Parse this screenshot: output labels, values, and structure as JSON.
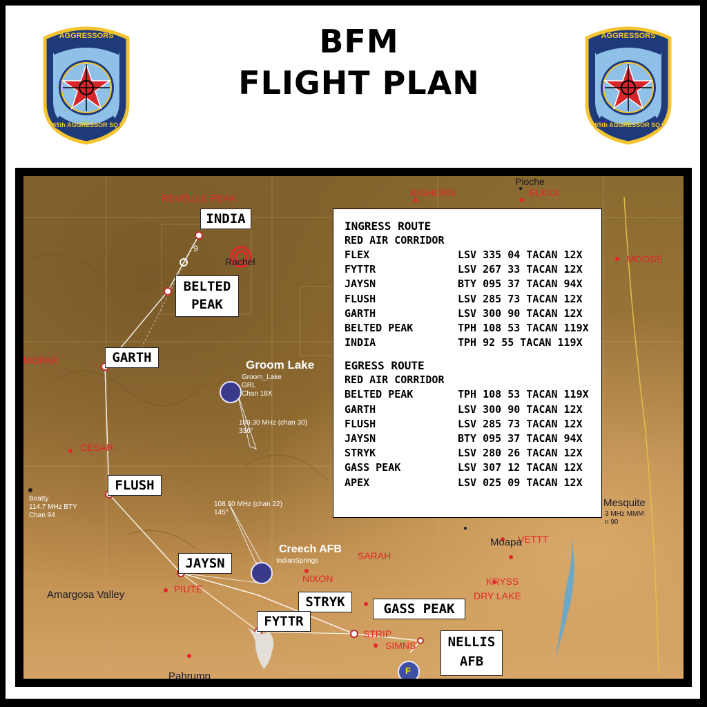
{
  "title": {
    "line1": "BFM",
    "line2": "FLIGHT PLAN"
  },
  "patch": {
    "top_text": "AGGRESSORS",
    "bottom_text": "65th AGGRESSOR SQ."
  },
  "waypoints": {
    "india": "INDIA",
    "belted_1": "BELTED",
    "belted_2": "PEAK",
    "garth": "GARTH",
    "flush": "FLUSH",
    "jaysn": "JAYSN",
    "stryk": "STRYK",
    "gass_peak": "GASS PEAK",
    "fyttr": "FYTTR",
    "nellis_1": "NELLIS",
    "nellis_2": "AFB"
  },
  "map_labels": {
    "reveille_peak": "REVEILLE PEAK",
    "bighorn": "BIGHORN",
    "pioche": "Pioche",
    "elkxx": "ELKXX",
    "rachel": "Rachel",
    "moose": "MOOSE",
    "mopar": "MOPAR",
    "groom_lake": "Groom Lake",
    "groom_info_1": "Groom_Lake",
    "groom_info_2": "GRL",
    "groom_info_3": "Chan 18X",
    "freq_1": "109.30 MHz (chan 30)",
    "freq_1b": "336°",
    "cesar": "CESAR",
    "beatty_1": "Beatty",
    "beatty_2": "114.7 MHz BTY",
    "beatty_3": "Chan 94",
    "freq_2": "108.50 MHz (chan 22)",
    "freq_2b": "145°",
    "mesquite": "Mesquite",
    "mesquite_2": "3 MHz MMM",
    "mesquite_3": "n 90",
    "creech": "Creech AFB",
    "sarah": "SARAH",
    "moapa": "Moapa",
    "vettt": "VETTT",
    "nixon": "NIXON",
    "kryss": "KRYSS",
    "dry_lake": "DRY LAKE",
    "piute": "PIUTE",
    "amargosa": "Amargosa Valley",
    "strip": "STRIP",
    "simns": "SIMNS",
    "pahrump": "Pahrump",
    "nine": "9",
    "indian_springs": "IndianSprings"
  },
  "ingress": {
    "heading": "INGRESS ROUTE",
    "sub": "RED AIR CORRIDOR",
    "rows": [
      {
        "name": "FLEX",
        "tacan": "LSV 335 04 TACAN 12X"
      },
      {
        "name": "FYTTR",
        "tacan": "LSV 267 33 TACAN 12X"
      },
      {
        "name": "JAYSN",
        "tacan": "BTY 095 37 TACAN 94X"
      },
      {
        "name": "FLUSH",
        "tacan": "LSV 285 73 TACAN 12X"
      },
      {
        "name": "GARTH",
        "tacan": "LSV 300 90 TACAN 12X"
      },
      {
        "name": "BELTED PEAK",
        "tacan": "TPH 108 53 TACAN 119X"
      },
      {
        "name": "INDIA",
        "tacan": "TPH 92 55 TACAN 119X"
      }
    ]
  },
  "egress": {
    "heading": "EGRESS ROUTE",
    "sub": "RED AIR CORRIDOR",
    "rows": [
      {
        "name": "BELTED PEAK",
        "tacan": "TPH 108 53 TACAN 119X"
      },
      {
        "name": "GARTH",
        "tacan": "LSV 300 90 TACAN 12X"
      },
      {
        "name": "FLUSH",
        "tacan": "LSV 285 73 TACAN 12X"
      },
      {
        "name": "JAYSN",
        "tacan": "BTY 095 37 TACAN 94X"
      },
      {
        "name": "STRYK",
        "tacan": "LSV 280 26 TACAN 12X"
      },
      {
        "name": "GASS PEAK",
        "tacan": "LSV 307 12 TACAN 12X"
      },
      {
        "name": "APEX",
        "tacan": "LSV 025 09 TACAN 12X"
      }
    ]
  },
  "colors": {
    "marker_red": "#e3262b",
    "airbase_blue": "#3a3a8a",
    "route_white": "#ffffff"
  }
}
